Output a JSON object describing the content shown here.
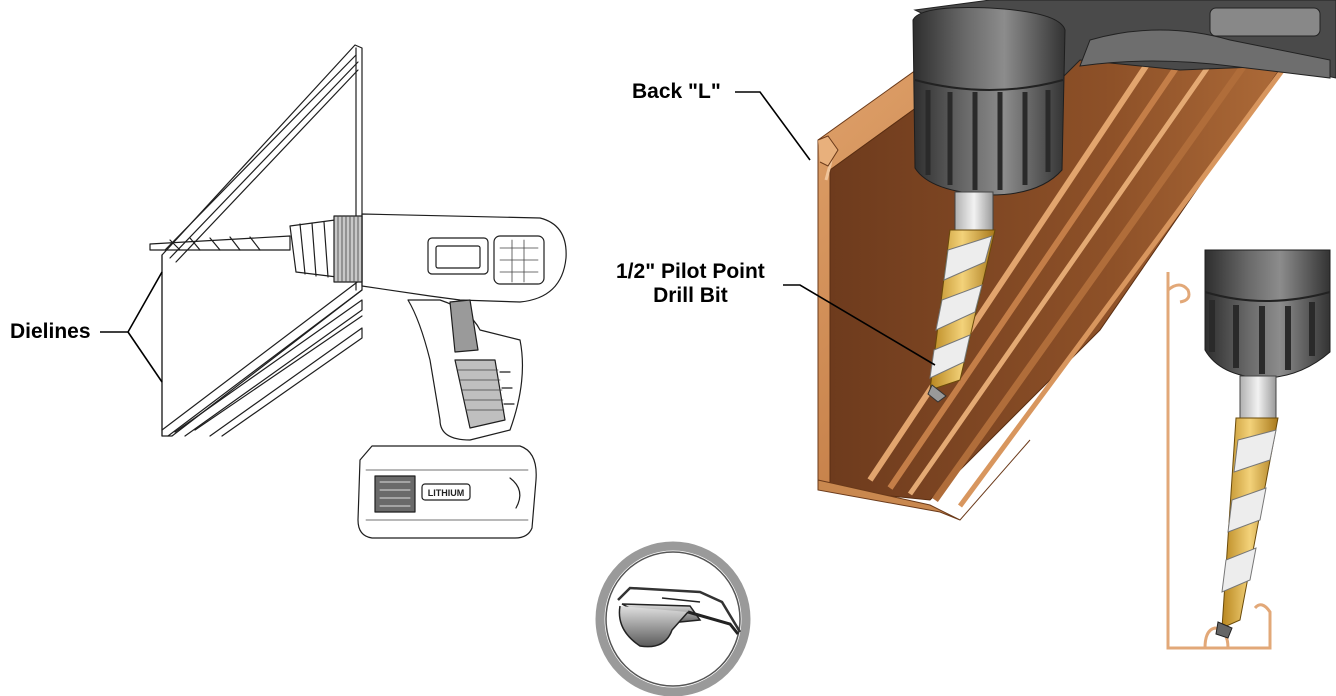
{
  "labels": {
    "dielines": "Dielines",
    "back_l": "Back \"L\"",
    "bit_line1": "1/2\" Pilot Point",
    "bit_line2": "Drill Bit",
    "battery": "LITHIUM"
  },
  "colors": {
    "wood_light": "#d99a66",
    "wood_mid": "#c07b45",
    "wood_dark": "#7a4524",
    "drill_dark": "#4a4a4a",
    "drill_mid": "#8a8a8a",
    "bit_gold": "#e0b43a",
    "bit_silver": "#d6d6d6",
    "profile_line": "#e2a878",
    "glasses_ring": "#9a9a9a"
  },
  "icons": {
    "safety": "safety-glasses-icon"
  }
}
